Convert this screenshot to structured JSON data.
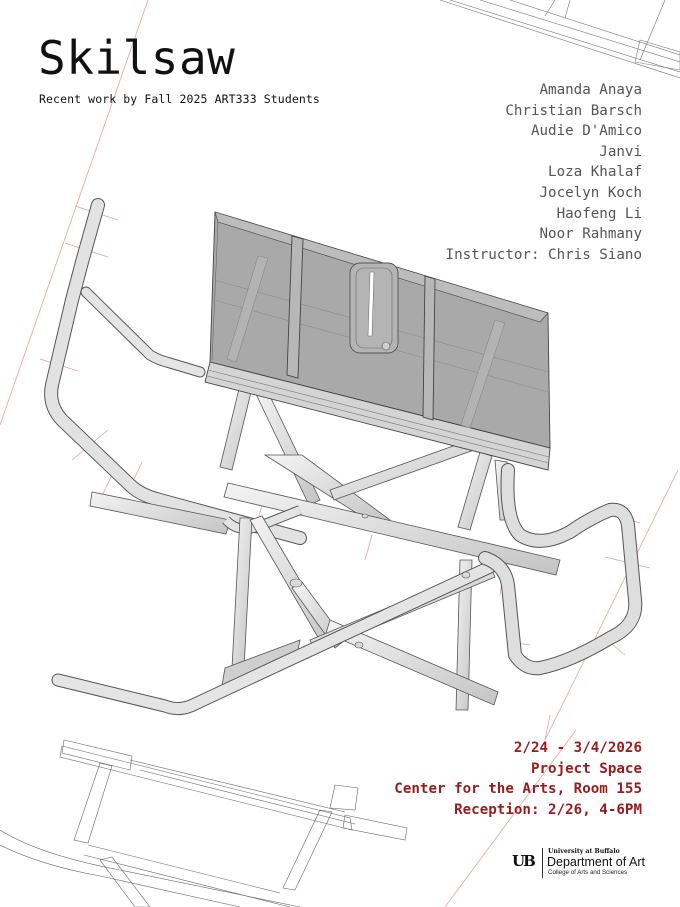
{
  "poster": {
    "title": "Skilsaw",
    "subtitle": "Recent work by Fall 2025 ART333 Students",
    "participants": [
      "Amanda Anaya",
      "Christian Barsch",
      "Audie D'Amico",
      "Janvi",
      "Loza Khalaf",
      "Jocelyn Koch",
      "Haofeng Li",
      "Noor Rahmany",
      "Instructor: Chris Siano"
    ],
    "event": {
      "dates": "2/24 - 3/4/2026",
      "venue": "Project Space",
      "location": "Center for the Arts, Room 155",
      "reception": "Reception: 2/26, 4-6PM"
    },
    "logo": {
      "mark": "UB",
      "university": "University at Buffalo",
      "department": "Department of Art",
      "college": "College of Arts and Sciences"
    },
    "illustration": {
      "subject": "exploded table saw with tubular steel frame",
      "icon": "table-saw-illustration"
    }
  },
  "colors": {
    "background": "#ffffff",
    "title_text": "#111111",
    "names_text": "#555555",
    "event_text": "#9a1b1e",
    "guide_lines": "#e8a0a0",
    "saw_top_fill": "#a8a8a8",
    "tube_fill": "#e6e6e6",
    "line_stroke": "#444444"
  }
}
